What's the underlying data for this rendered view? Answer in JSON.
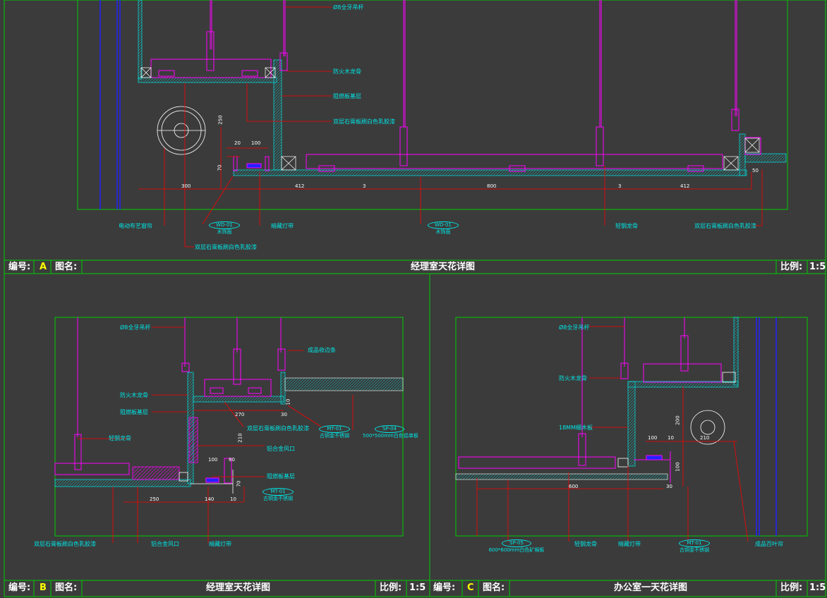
{
  "panel_a": {
    "labels": {
      "rod": "Ø8全牙吊杆",
      "fire_keel": "防火木龙骨",
      "insul": "阻燃板基层",
      "gypsum1": "双层石膏板刷白色乳胶漆",
      "curtain": "电动布艺窗帘",
      "gypsum2": "双层石膏板刷白色乳胶漆",
      "lamp": "暗藏灯带",
      "steel": "轻钢龙骨",
      "gypsum3": "双层石膏板刷白色乳胶漆",
      "wood": "木饰面"
    },
    "tags": {
      "t1": "WD-01",
      "t2": "WD-01"
    },
    "dims": {
      "d1": "250",
      "d2": "20",
      "d3": "100",
      "d4": "70",
      "d5": "300",
      "d6": "412",
      "d7": "3",
      "d8": "800",
      "d9": "3",
      "d10": "412",
      "d11": "50"
    },
    "title": {
      "code_label": "编号:",
      "code": "A",
      "name_label": "图名:",
      "name": "经理室天花详图",
      "scale_label": "比例:",
      "scale": "1:5"
    }
  },
  "panel_b": {
    "labels": {
      "rod": "Ø8全牙吊杆",
      "edge": "成品收边条",
      "fire_keel": "防火木龙骨",
      "insul": "阻燃板基层",
      "steel": "轻钢龙骨",
      "gypsum": "双层石膏板刷白色乳胶漆",
      "vent1": "铝合金风口",
      "insul2": "阻燃板基层",
      "gypsum2": "双层石膏板刷白色乳胶漆",
      "vent2": "铝合金风口",
      "lamp": "暗藏灯带",
      "mt1": "古铜金不锈钢",
      "sp": "500*500mm白色铝单板",
      "mt2": "古铜金不锈钢"
    },
    "tags": {
      "t1": "MT-01",
      "t2": "SP-04",
      "t3": "MT-01"
    },
    "dims": {
      "d1": "270",
      "d2": "30",
      "d3": "10",
      "d4": "210",
      "d5": "100",
      "d6": "80",
      "d7": "70",
      "d8": "250",
      "d9": "140",
      "d10": "10"
    },
    "title": {
      "code_label": "编号:",
      "code": "B",
      "name_label": "图名:",
      "name": "经理室天花详图",
      "scale_label": "比例:",
      "scale": "1:5"
    }
  },
  "panel_c": {
    "labels": {
      "rod": "Ø8全牙吊杆",
      "fire_keel": "防火木龙骨",
      "board": "18MM细木板",
      "sp": "600*600mm白色矿棉板",
      "steel": "轻钢龙骨",
      "lamp": "暗藏灯带",
      "mt": "古铜金不锈钢",
      "blind": "成品百叶帘"
    },
    "tags": {
      "t1": "SP-05",
      "t2": "MT-01"
    },
    "dims": {
      "d1": "200",
      "d2": "100",
      "d3": "10",
      "d4": "210",
      "d5": "100",
      "d6": "600",
      "d7": "30"
    },
    "title": {
      "code_label": "编号:",
      "code": "C",
      "name_label": "图名:",
      "name": "办公室一天花详图",
      "scale_label": "比例:",
      "scale": "1:5"
    }
  },
  "colors": {
    "bg": "#3b3b3b",
    "frame": "#00cc00",
    "magenta": "#ff00ff",
    "cyan": "#00e6e6",
    "red": "#ff0000",
    "blue": "#2222ff",
    "white": "#ffffff",
    "yellow": "#ffff00"
  }
}
